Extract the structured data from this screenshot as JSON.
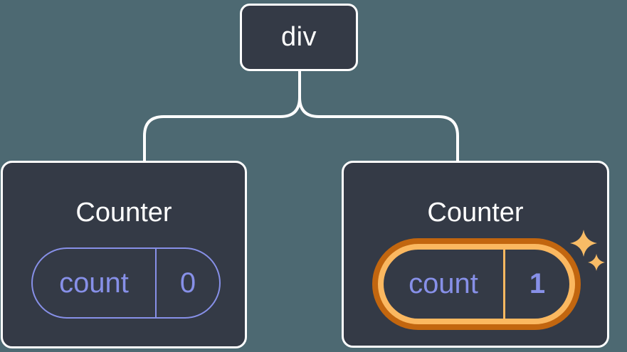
{
  "background_color": "#4D6972",
  "colors": {
    "card_background": "#343A46",
    "card_border": "#FFFFFF",
    "connector": "#FFFFFF",
    "state_purple": "#8790E8",
    "highlight_ring_outer": "#C2660F",
    "highlight_ring_inner": "#FBB860",
    "sparkle": "#F8BC66"
  },
  "tree": {
    "root": {
      "label": "div"
    },
    "children": [
      {
        "title": "Counter",
        "state_key": "count",
        "state_value": "0",
        "highlighted": false
      },
      {
        "title": "Counter",
        "state_key": "count",
        "state_value": "1",
        "highlighted": true
      }
    ]
  }
}
